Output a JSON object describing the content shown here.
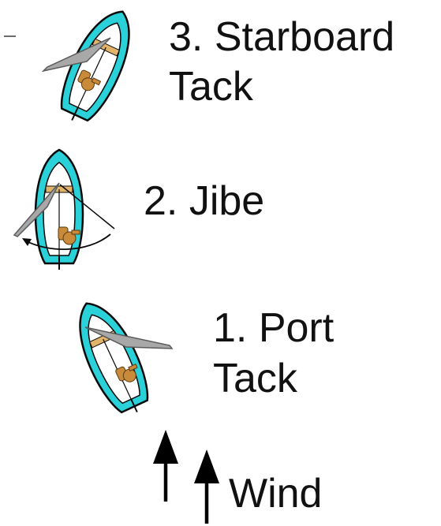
{
  "steps": [
    {
      "line1": "3. Starboard",
      "line2": "Tack"
    },
    {
      "line1": "2. Jibe"
    },
    {
      "line1": "1. Port",
      "line2": "Tack"
    }
  ],
  "wind": {
    "label": "Wind"
  },
  "colors": {
    "hull": "#2ad1d8",
    "hull_outline": "#0a0a0a",
    "cockpit": "#ffffff",
    "sail": "#a8a8a8",
    "sail_outline": "#5a5a5a",
    "wood": "#e2b46a",
    "sailor": "#c98a3a",
    "text": "#111111"
  },
  "icons": [
    "sailboat-icon",
    "sail-icon",
    "sailor-icon",
    "rotation-arrow-icon",
    "wind-arrow-icon"
  ]
}
